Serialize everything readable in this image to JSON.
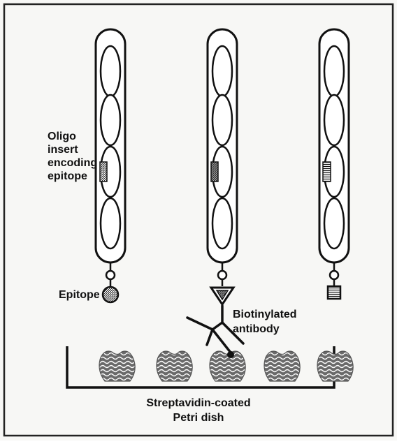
{
  "labels": {
    "oligo_insert": [
      "Oligo",
      "insert",
      "encoding",
      "epitope"
    ],
    "epitope": "Epitope",
    "biotinylated_antibody": [
      "Biotinylated",
      "antibody"
    ],
    "dish": [
      "Streptavidin-coated",
      "Petri dish"
    ]
  },
  "colors": {
    "ink": "#111111",
    "paper": "#f7f7f5",
    "border": "#222222"
  },
  "elements": {
    "phages": 3,
    "streptavidin_blobs": 5,
    "icons": [
      "phage-virion",
      "epitope-insert",
      "epitope-tag",
      "biotin-triangle",
      "y-antibody",
      "streptavidin-blob",
      "petri-dish"
    ]
  }
}
